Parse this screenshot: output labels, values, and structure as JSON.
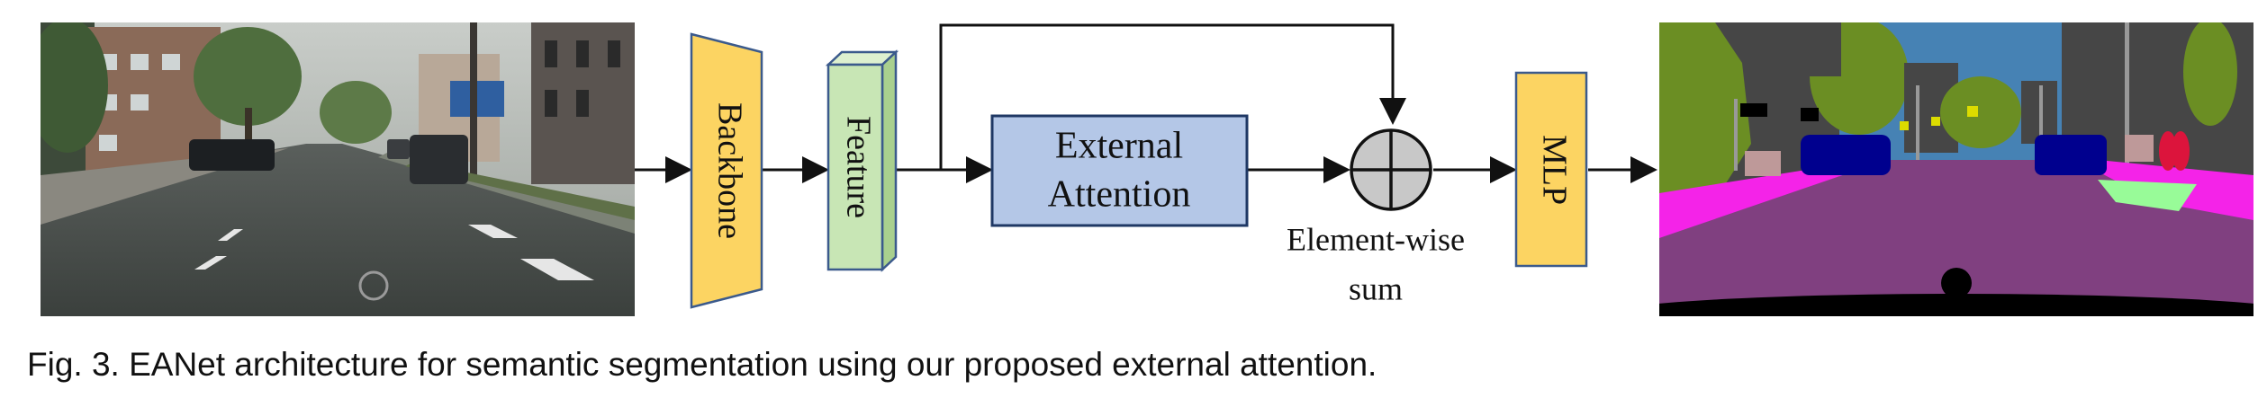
{
  "diagram": {
    "nodes": {
      "backbone": {
        "label": "Backbone",
        "fill": "#FCD462",
        "stroke": "#3B5A8C"
      },
      "feature": {
        "label": "Feature",
        "front": "#C8E6B5",
        "side": "#A9D08E",
        "top": "#DDF0CF",
        "stroke": "#3B5A8C"
      },
      "external_attention": {
        "line1": "External",
        "line2": "Attention",
        "fill": "#B4C7E7",
        "stroke": "#1F3864"
      },
      "sum": {
        "label_line1": "Element-wise",
        "label_line2": "sum",
        "fill": "#C8C8C8"
      },
      "mlp": {
        "label": "MLP",
        "fill": "#FCD462",
        "stroke": "#3B5A8C"
      }
    },
    "images": {
      "input": {
        "name": "input-street-photo"
      },
      "output": {
        "name": "output-segmentation-map"
      }
    }
  },
  "caption": "Fig. 3. EANet architecture for semantic segmentation using our proposed external attention."
}
